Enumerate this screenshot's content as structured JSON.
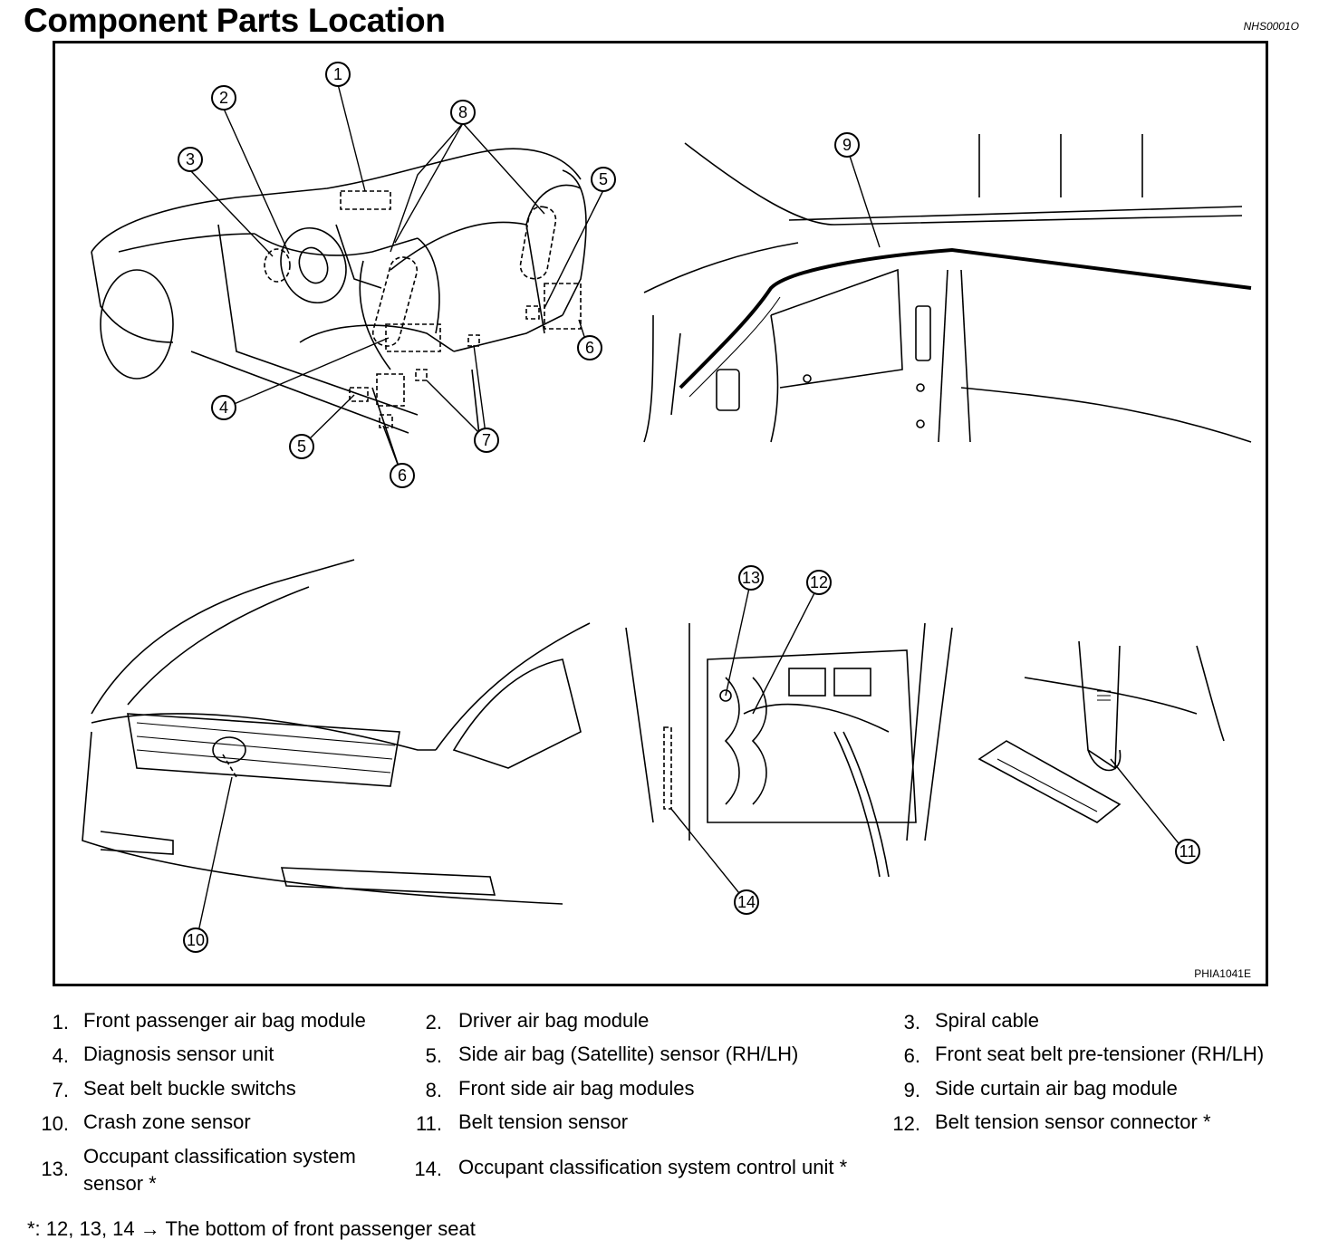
{
  "header": {
    "title": "Component Parts Location",
    "doc_code": "NHS0001O"
  },
  "figure": {
    "code": "PHIA1041E",
    "callouts": [
      "1",
      "2",
      "3",
      "4",
      "5",
      "5",
      "6",
      "6",
      "7",
      "8",
      "9",
      "10",
      "11",
      "12",
      "13",
      "14"
    ]
  },
  "legend": {
    "items": [
      {
        "num": "1.",
        "text": "Front passenger air bag module"
      },
      {
        "num": "2.",
        "text": "Driver air bag module"
      },
      {
        "num": "3.",
        "text": "Spiral cable"
      },
      {
        "num": "4.",
        "text": "Diagnosis sensor unit"
      },
      {
        "num": "5.",
        "text": "Side air bag (Satellite) sensor (RH/LH)"
      },
      {
        "num": "6.",
        "text": "Front seat belt pre-tensioner (RH/LH)"
      },
      {
        "num": "7.",
        "text": "Seat belt buckle switchs"
      },
      {
        "num": "8.",
        "text": "Front side air bag modules"
      },
      {
        "num": "9.",
        "text": "Side curtain air bag module"
      },
      {
        "num": "10.",
        "text": "Crash zone sensor"
      },
      {
        "num": "11.",
        "text": "Belt tension sensor"
      },
      {
        "num": "12.",
        "text": "Belt tension sensor connector *"
      },
      {
        "num": "13.",
        "text": "Occupant classification system sensor *"
      },
      {
        "num": "14.",
        "text": "Occupant classification system control unit *"
      }
    ]
  },
  "footnote": "*: 12, 13, 14 → The bottom of front passenger seat"
}
